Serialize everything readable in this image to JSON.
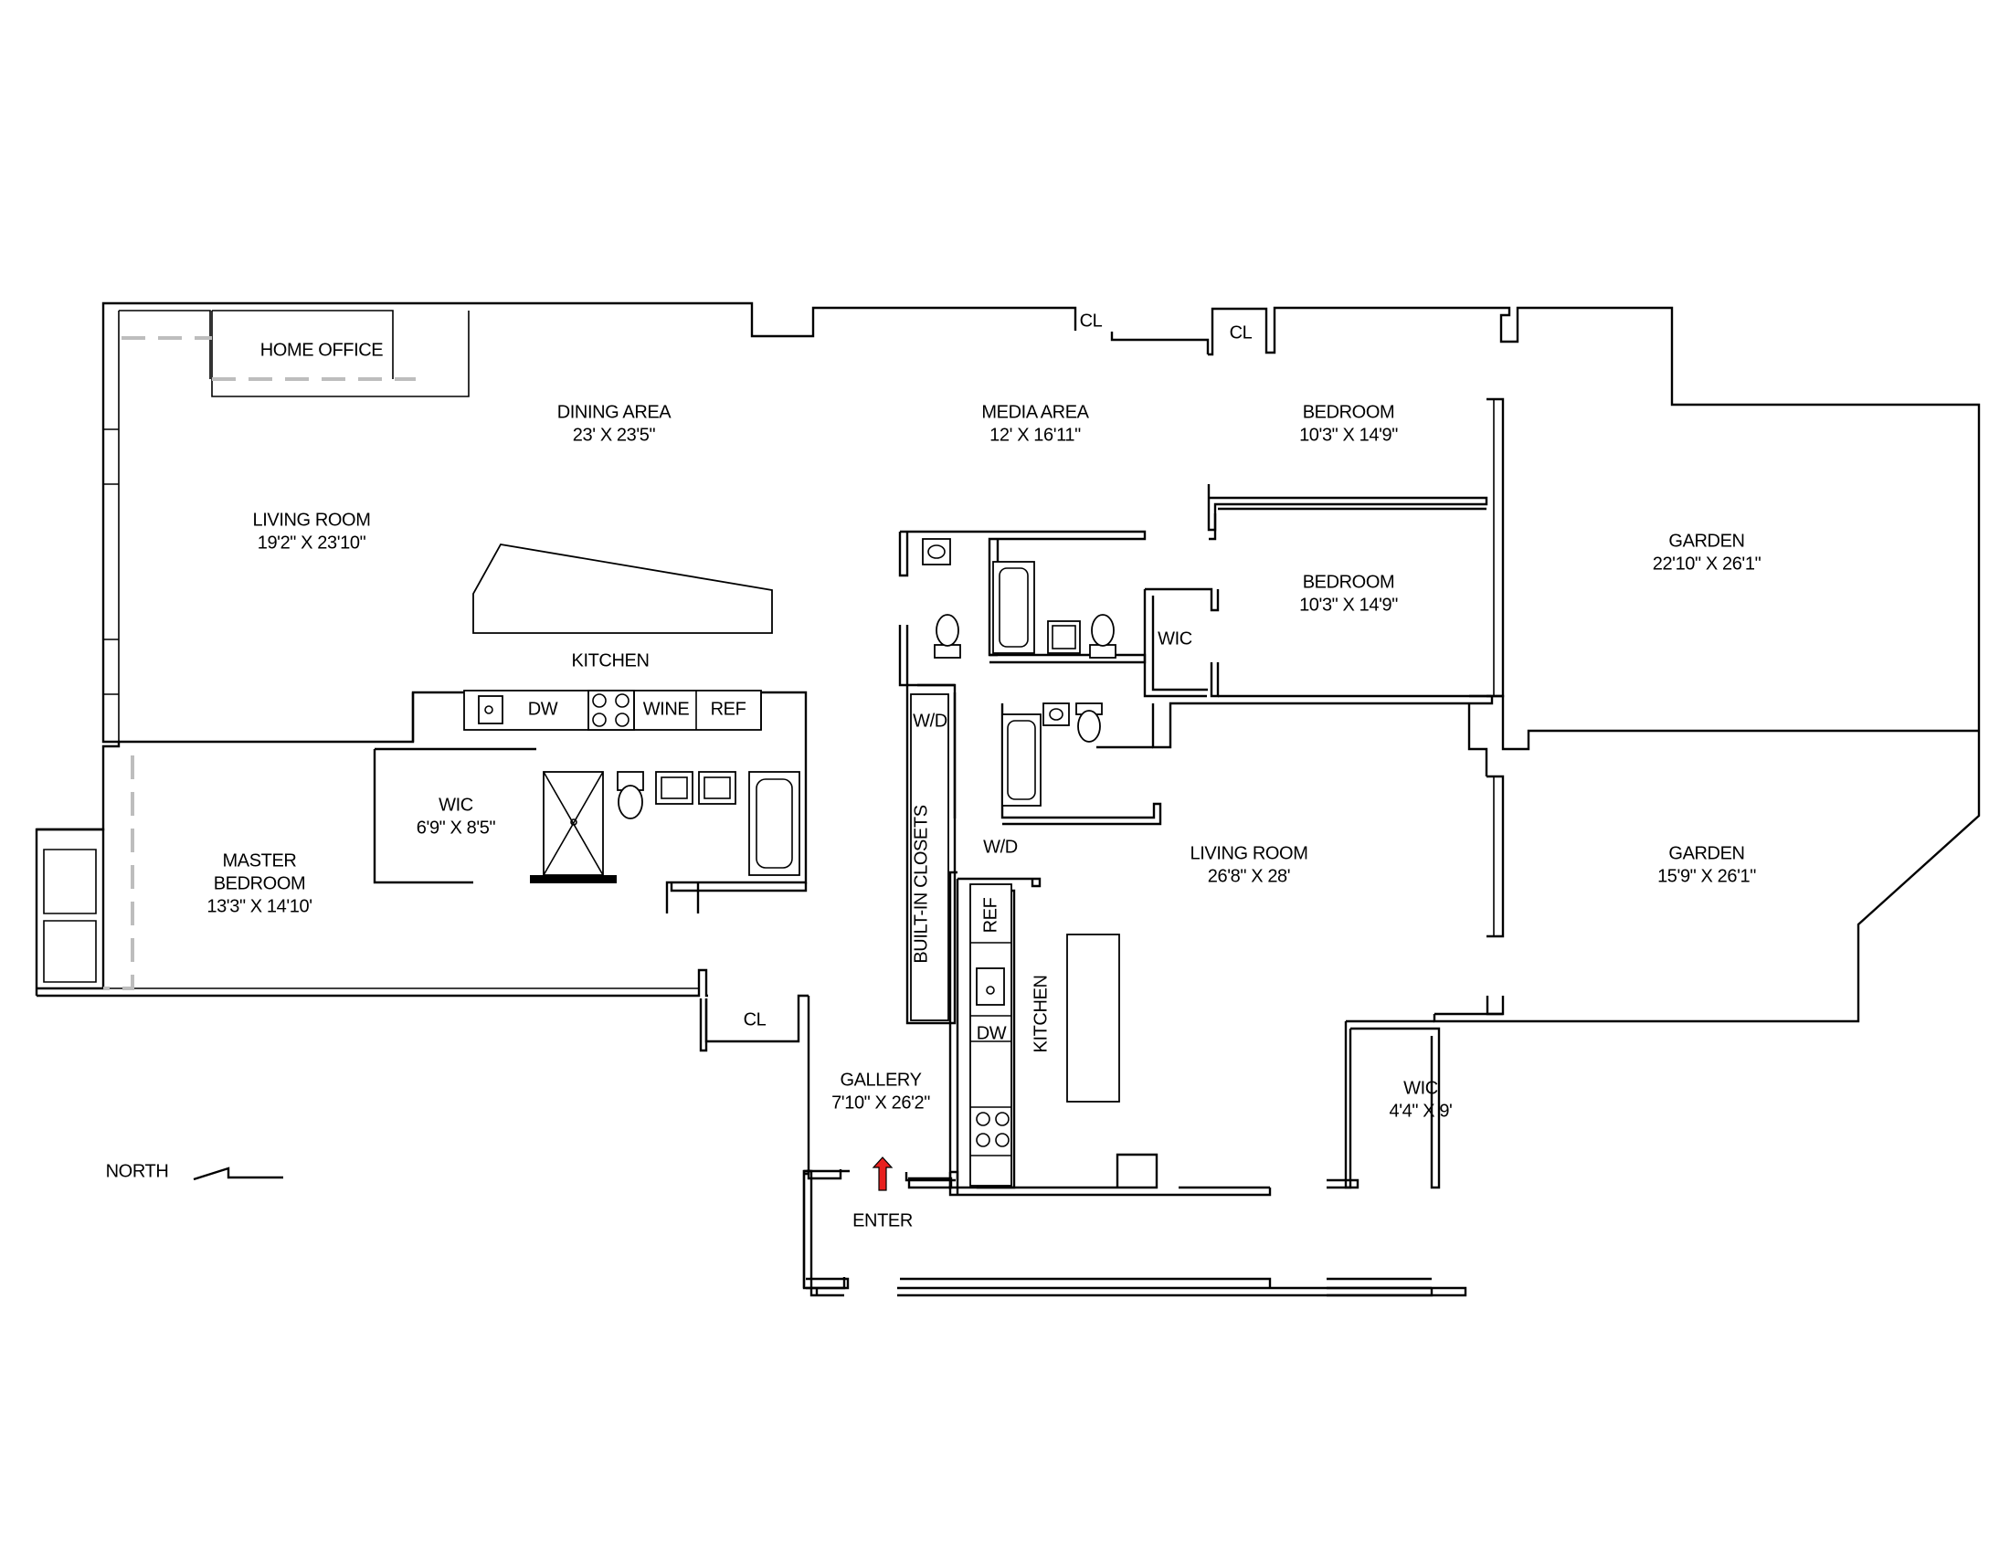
{
  "rooms": {
    "home_office": {
      "name": "HOME OFFICE"
    },
    "dining_area": {
      "name": "DINING AREA",
      "dims": "23' X 23'5\""
    },
    "media_area": {
      "name": "MEDIA AREA",
      "dims": "12' X 16'11\""
    },
    "bedroom_1": {
      "name": "BEDROOM",
      "dims": "10'3\" X 14'9\""
    },
    "bedroom_2": {
      "name": "BEDROOM",
      "dims": "10'3\" X 14'9\""
    },
    "living_room_1": {
      "name": "LIVING ROOM",
      "dims": "19'2\" X 23'10\""
    },
    "kitchen_1": {
      "name": "KITCHEN"
    },
    "garden_1": {
      "name": "GARDEN",
      "dims": "22'10\" X 26'1\""
    },
    "garden_2": {
      "name": "GARDEN",
      "dims": "15'9\" X 26'1\""
    },
    "master_bedroom": {
      "name_line1": "MASTER",
      "name_line2": "BEDROOM",
      "dims": "13'3\" X 14'10'"
    },
    "wic_master": {
      "name": "WIC",
      "dims": "6'9\" X 8'5\""
    },
    "wic_bedroom": {
      "name": "WIC"
    },
    "wic_small": {
      "name": "WIC",
      "dims": "4'4\" X 9'"
    },
    "living_room_2": {
      "name": "LIVING ROOM",
      "dims": "26'8\" X 28'"
    },
    "kitchen_2": {
      "name": "KITCHEN"
    },
    "gallery": {
      "name": "GALLERY",
      "dims": "7'10\" X 26'2\""
    }
  },
  "fixtures": {
    "cl_top_1": "CL",
    "cl_top_2": "CL",
    "cl_lower": "CL",
    "dw_1": "DW",
    "wine": "WINE",
    "ref_1": "REF",
    "wd_1": "W/D",
    "wd_2": "W/D",
    "built_in_closets": "BUILT-IN CLOSETS",
    "ref_2": "REF",
    "dw_2": "DW"
  },
  "entry": {
    "label": "ENTER",
    "arrow_color": "#e8201e"
  },
  "compass": {
    "label": "NORTH"
  },
  "colors": {
    "walls": "#000000",
    "dashed_partitions": "#bdbdbd",
    "background": "#ffffff"
  }
}
